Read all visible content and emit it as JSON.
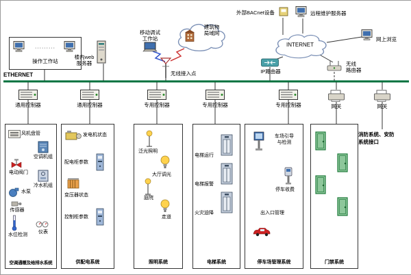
{
  "colors": {
    "ethernet_line": "#00703c",
    "wire": "#333333",
    "cloud_stroke": "#7a8fb5",
    "lightning_blue": "#3355cc",
    "lightning_red": "#cc3333",
    "door_green": "#1d7a3a",
    "car_red": "#cc2222",
    "bulb_yellow": "#ffd24d",
    "screen_blue": "#3f6fae"
  },
  "ethernet": {
    "label": "ETHERNET"
  },
  "top_left": {
    "label": "操作工作站",
    "dots": "·········",
    "web_server": "楼内web\n服务器"
  },
  "wireless": {
    "mobile_ws": "移动调试\n工作站",
    "ap": "无线接入点",
    "lan_cloud": "建筑物\n局域网"
  },
  "internet": {
    "bacnet": "外部BACnet设备",
    "remote_server": "远程维护服务器",
    "cloud": "INTERNET",
    "ip_router": "IP路由器",
    "browse": "网上浏览",
    "wireless_router": "无线\n路由器"
  },
  "controllers": [
    {
      "label": "通用控制器"
    },
    {
      "label": "通用控制器"
    },
    {
      "label": "专用控制器"
    },
    {
      "label": "专用控制器"
    },
    {
      "label": "专用控制器"
    }
  ],
  "gateways": [
    {
      "label": "网关"
    },
    {
      "label": "网关"
    }
  ],
  "fire_note": "消防系统、安防\n系统接口",
  "subsystems": [
    {
      "title": "空调通暖及给排水系统",
      "items": [
        {
          "label": "风机盘管"
        },
        {
          "label": "空调机组"
        },
        {
          "label": "电动阀门"
        },
        {
          "label": "冷水机组"
        },
        {
          "label": "水泵"
        },
        {
          "label": "传感器"
        },
        {
          "label": "水位检测"
        },
        {
          "label": "仪表"
        }
      ]
    },
    {
      "title": "供配电系统",
      "items": [
        {
          "label": "发电机状态"
        },
        {
          "label": "配电柜参数"
        },
        {
          "label": "变压器状态"
        },
        {
          "label": "控制柜参数"
        }
      ]
    },
    {
      "title": "照明系统",
      "items": [
        {
          "label": "泛光照明"
        },
        {
          "label": "大厅调光"
        },
        {
          "label": "庭院"
        },
        {
          "label": "走道"
        }
      ]
    },
    {
      "title": "电梯系统",
      "items": [
        {
          "label": "电梯运行"
        },
        {
          "label": "电梯报警"
        },
        {
          "label": "火灾迫降"
        }
      ]
    },
    {
      "title": "停车场管理系统",
      "items": [
        {
          "label": "车场引导\n与检测"
        },
        {
          "label": "停车收费"
        },
        {
          "label": "出入口管理"
        }
      ]
    },
    {
      "title": "门禁系统",
      "items": []
    }
  ]
}
